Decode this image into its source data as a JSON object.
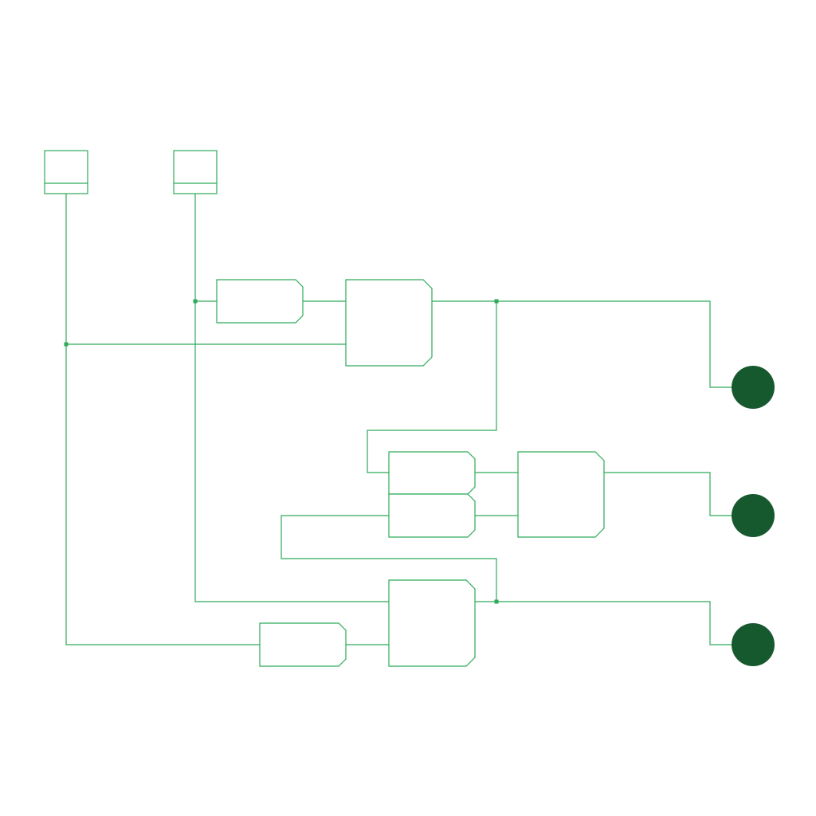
{
  "diagram": {
    "type": "logic-circuit",
    "colors": {
      "line": "#2eaa5a",
      "output": "#17592e",
      "background": "#ffffff"
    },
    "inputs": [
      {
        "id": "input-a",
        "name": "input-switch-a"
      },
      {
        "id": "input-b",
        "name": "input-switch-b"
      }
    ],
    "gates": [
      {
        "id": "not-top",
        "name": "not-gate-top",
        "kind": "NOT"
      },
      {
        "id": "and-top",
        "name": "and-gate-top",
        "kind": "AND"
      },
      {
        "id": "buf-mid-upper",
        "name": "gate-middle-upper",
        "kind": "BUFFER"
      },
      {
        "id": "buf-mid-lower",
        "name": "gate-middle-lower",
        "kind": "BUFFER"
      },
      {
        "id": "and-mid",
        "name": "and-gate-middle",
        "kind": "AND"
      },
      {
        "id": "not-bottom",
        "name": "not-gate-bottom",
        "kind": "NOT"
      },
      {
        "id": "and-bottom",
        "name": "and-gate-bottom",
        "kind": "AND"
      }
    ],
    "outputs": [
      {
        "id": "out-1",
        "name": "output-led-1"
      },
      {
        "id": "out-2",
        "name": "output-led-2"
      },
      {
        "id": "out-3",
        "name": "output-led-3"
      }
    ]
  }
}
